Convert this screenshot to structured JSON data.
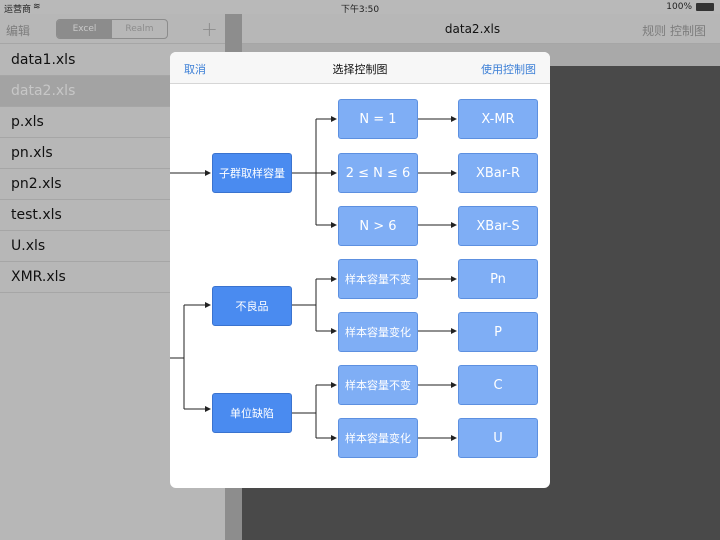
{
  "status_bar": {
    "carrier": "运营商",
    "time": "下午3:50",
    "battery": "100%"
  },
  "left_panel": {
    "edit_label": "编辑",
    "segments": [
      "Excel",
      "Realm"
    ],
    "add_label": "+",
    "files": [
      "data1.xls",
      "data2.xls",
      "p.xls",
      "pn.xls",
      "pn2.xls",
      "test.xls",
      "U.xls",
      "XMR.xls"
    ]
  },
  "right_panel": {
    "title": "data2.xls",
    "control_label": "规则  控制图"
  },
  "modal": {
    "cancel_label": "取消",
    "title": "选择控制图",
    "use_label": "使用控制图",
    "nodes": {
      "subgroup": "子群取样容量",
      "n1": "N = 1",
      "n2_6": "2 ≤ N ≤ 6",
      "n_gt6": "N > 6",
      "xmr": "X-MR",
      "xbar_r": "XBar-R",
      "xbar_s": "XBar-S",
      "defective": "不良品",
      "sample_const_1": "样本容量不变",
      "sample_var_1": "样本容量变化",
      "pn": "Pn",
      "p": "P",
      "unit_defect": "单位缺陷",
      "sample_const_2": "样本容量不变",
      "sample_var_2": "样本容量变化",
      "c": "C",
      "u": "U"
    }
  }
}
